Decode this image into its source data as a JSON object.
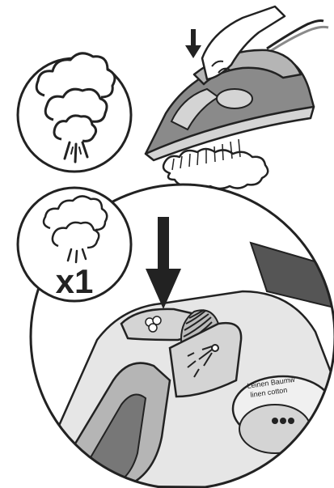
{
  "illustration": {
    "top_panel": {
      "icon": "steam-burst-icon",
      "subject": "steam-iron-icon",
      "action": "press-down-arrow-icon"
    },
    "bottom_panel": {
      "icon": "steam-burst-icon",
      "multiplier": "x1",
      "action": "press-down-arrow-icon",
      "dial_text_line1": "Leinen Baumw",
      "dial_text_line2": "linen cotton"
    }
  },
  "colors": {
    "outline": "#222222",
    "iron_gray": "#8a8a8a",
    "light_gray": "#d4d4d4",
    "mid_gray": "#b5b5b5",
    "dark_gray": "#555555"
  }
}
